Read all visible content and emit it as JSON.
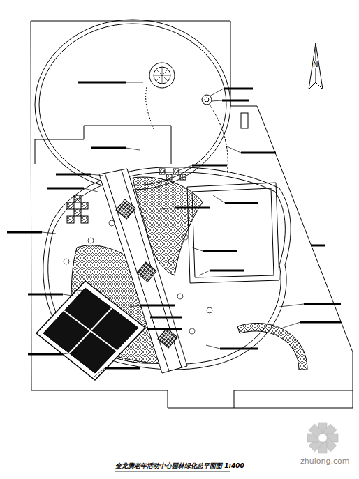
{
  "diagram": {
    "title": "金龙腾老年活动中心园林绿化总平面图 1:400",
    "labels": [
      "N",
      "zhulong.com"
    ]
  }
}
